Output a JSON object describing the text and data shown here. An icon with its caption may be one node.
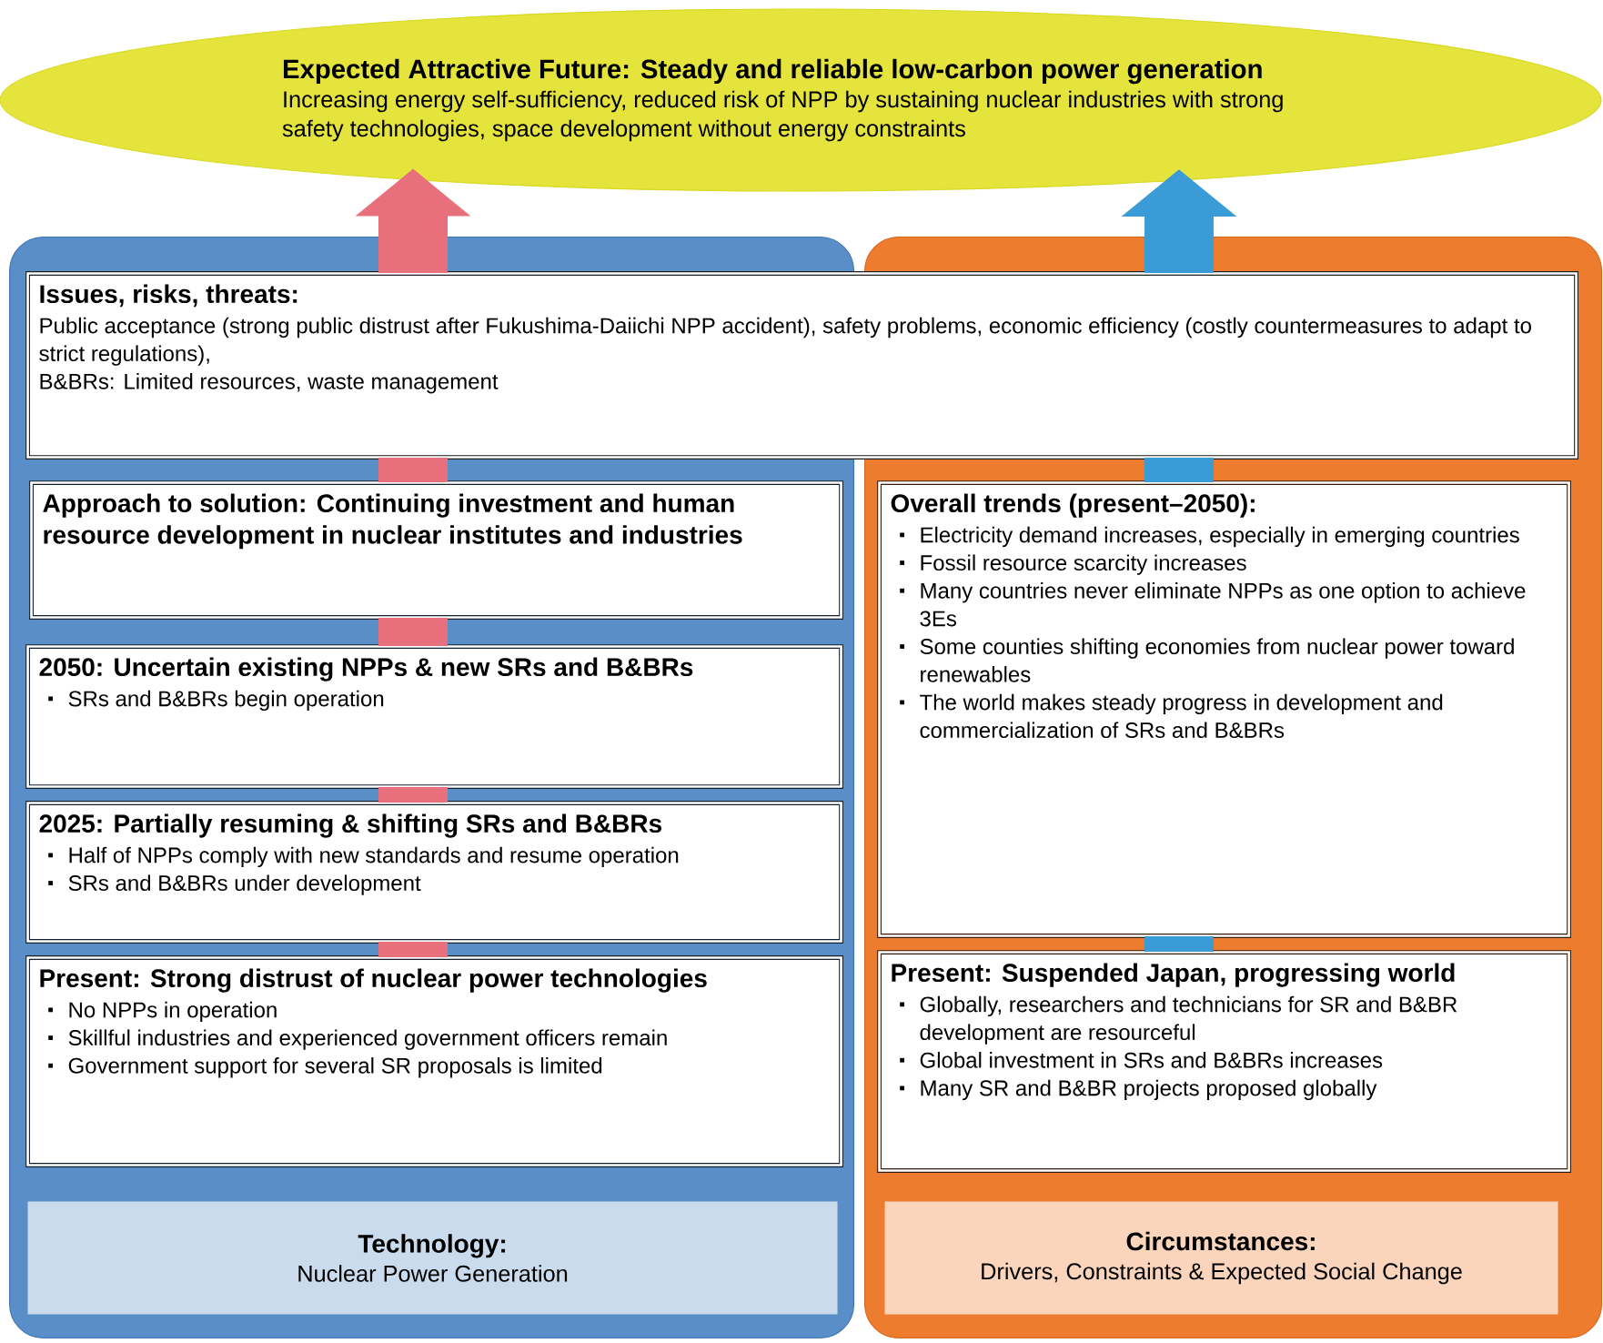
{
  "diagram": {
    "nodes": [
      {
        "text": [
          "Expected Attractive Future: Steady and reliable low-carbon power generation",
          "Increasing energy self-sufficiency,  reduced risk of NPP by sustaining nuclear industries with strong safety technologies, space development without energy constraints"
        ]
      },
      {
        "text": [],
        "shape": "box"
      },
      {
        "text": [],
        "shape": "box"
      },
      {
        "text": [
          "Issues, risks, threats:",
          "Public acceptance (strong public distrust after Fukushima-Daiichi NPP accident), safety problems, economic efficiency (costly countermeasures to adapt to strict regulations),",
          "B&BRs: Limited resources, waste management"
        ]
      },
      {
        "text": [
          "Approach to solution: Continuing investment and human resource development in nuclear institutes and industries"
        ],
        "in": 1
      },
      {
        "text": [
          "2050: Uncertain existing NPPs & new SRs and B&BRs",
          "SRs and B&BRs begin operation"
        ],
        "in": 1
      },
      {
        "text": [
          "2025: Partially resuming & shifting SRs and B&BRs",
          "Half of NPPs comply with new standards and resume operation",
          "SRs and B&BRs under development"
        ],
        "in": 1
      },
      {
        "text": [
          "Present: Strong distrust of nuclear power technologies",
          "No NPPs in operation",
          "Skillful industries and experienced government officers remain",
          "Government support for several SR proposals is limited"
        ],
        "in": 1
      },
      {
        "text": [
          "Technology:",
          "Nuclear Power Generation"
        ],
        "in": 1
      },
      {
        "text": [
          "Overall trends (present–2050):",
          "Electricity demand increases, especially in emerging countries",
          "Fossil resource scarcity increases",
          "Many countries never eliminate NPPs as one option to achieve 3Es",
          "Some counties shifting economies from nuclear power toward renewables",
          "The world makes steady progress in development and commercialization of SRs and B&BRs"
        ],
        "in": 2
      },
      {
        "text": [
          "Present: Suspended Japan, progressing world",
          "Globally, researchers and technicians for SR and B&BR development are resourceful",
          "Global investment in SRs and B&BRs increases",
          "Many SR and B&BR projects proposed globally"
        ],
        "in": 2
      },
      {
        "text": [
          "Circumstances:",
          "Drivers, Constraints & Expected Social Change"
        ],
        "in": 2
      }
    ],
    "edges": [
      {
        "from": 7,
        "to": 6,
        "arrow": "none",
        "color": "#e8707c"
      },
      {
        "from": 6,
        "to": 5,
        "arrow": "none",
        "color": "#e8707c"
      },
      {
        "from": 5,
        "to": 4,
        "arrow": "none",
        "color": "#e8707c"
      },
      {
        "from": 4,
        "to": 3,
        "arrow": "none",
        "color": "#e8707c"
      },
      {
        "from": 3,
        "to": 0,
        "arrow": "to",
        "color": "#e8707c"
      },
      {
        "from": 10,
        "to": 9,
        "arrow": "none",
        "color": "#3b9bd6"
      },
      {
        "from": 9,
        "to": 3,
        "arrow": "none",
        "color": "#3b9bd6"
      },
      {
        "from": 3,
        "to": 0,
        "arrow": "to",
        "color": "#3b9bd6"
      }
    ]
  }
}
